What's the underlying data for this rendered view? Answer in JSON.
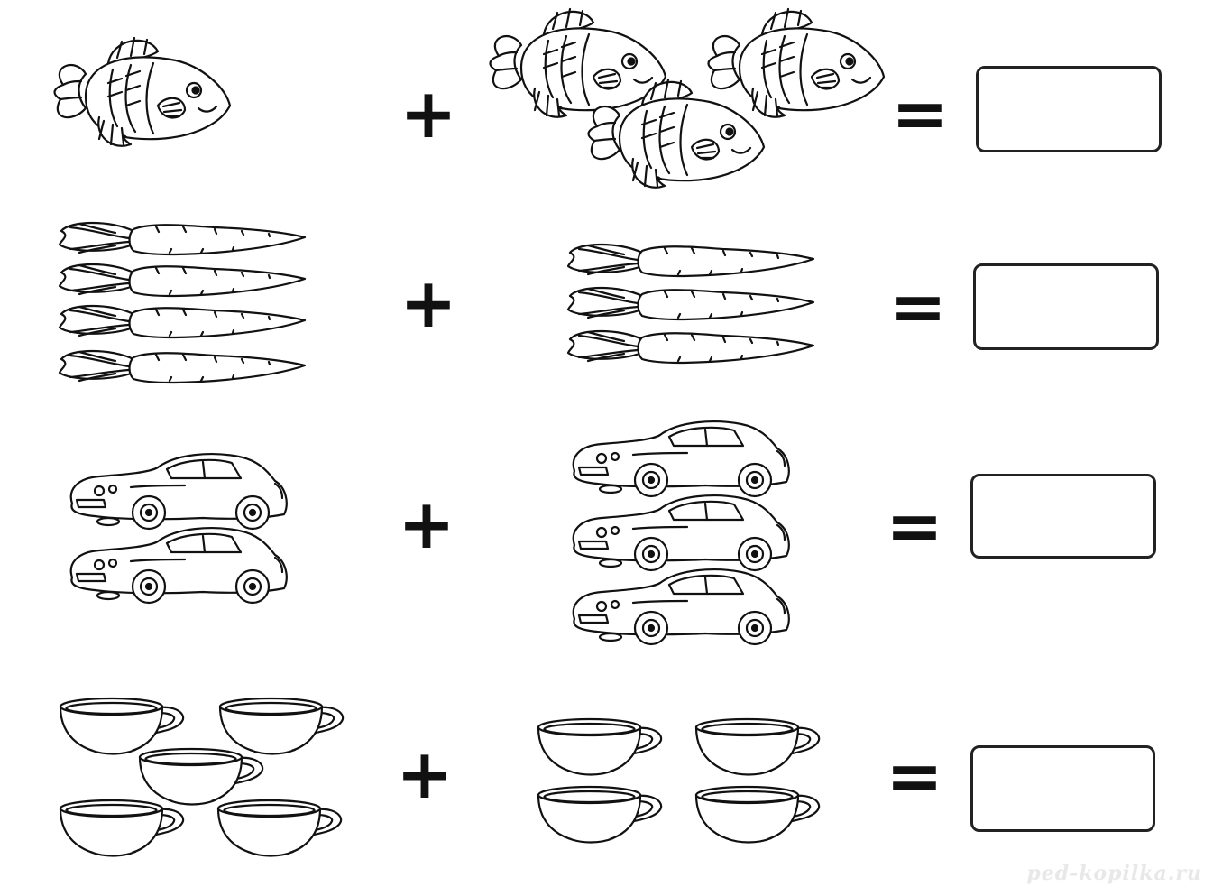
{
  "worksheet": {
    "rows": [
      {
        "object": "fish-icon",
        "left_count": 1,
        "right_count": 3,
        "plus": "+",
        "equals": "="
      },
      {
        "object": "carrot-icon",
        "left_count": 4,
        "right_count": 3,
        "plus": "+",
        "equals": "="
      },
      {
        "object": "car-icon",
        "left_count": 2,
        "right_count": 3,
        "plus": "+",
        "equals": "="
      },
      {
        "object": "cup-icon",
        "left_count": 5,
        "right_count": 4,
        "plus": "+",
        "equals": "="
      }
    ],
    "watermark": "ped-kopilka.ru"
  },
  "colors": {
    "ink": "#111111",
    "paper": "#ffffff"
  }
}
